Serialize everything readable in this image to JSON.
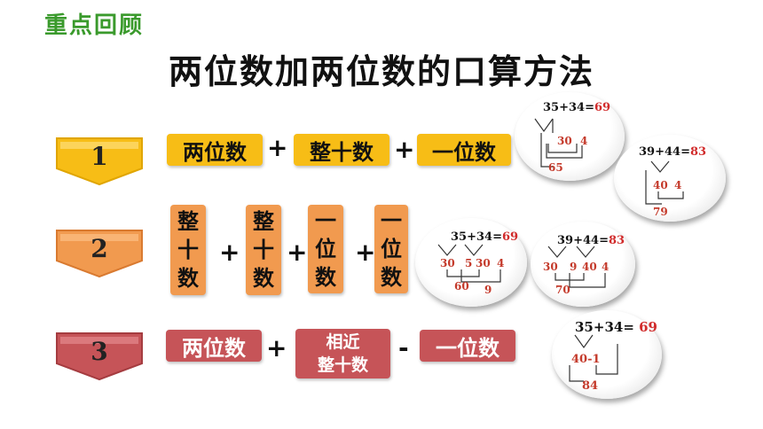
{
  "header": {
    "review": "重点回顾",
    "title": "两位数加两位数的口算方法"
  },
  "method1": {
    "num": "1",
    "terms": [
      "两位数",
      "整十数",
      "一位数"
    ],
    "ops": [
      "+",
      "+"
    ]
  },
  "method2": {
    "num": "2",
    "cols": [
      [
        "整",
        "十",
        "数"
      ],
      [
        "整",
        "十",
        "数"
      ],
      [
        "一",
        "位",
        "数"
      ],
      [
        "一",
        "位",
        "数"
      ]
    ],
    "ops": [
      "+",
      "+",
      "+"
    ]
  },
  "method3": {
    "num": "3",
    "term1": "两位数",
    "op1": "+",
    "term2_line1": "相近",
    "term2_line2": "整十数",
    "op2": "-",
    "term3": "一位数"
  },
  "examples": {
    "e1": {
      "lhs": "35+34=",
      "res": "69",
      "a": "30",
      "b": "4",
      "c": "65"
    },
    "e2": {
      "lhs": "39+44=",
      "res": "83",
      "a": "40",
      "b": "4",
      "c": "79"
    },
    "e3": {
      "lhs": "35+34=",
      "res": "69",
      "a": "30",
      "b": "5",
      "c": "30",
      "d": "4",
      "s1": "60",
      "s2": "9"
    },
    "e4": {
      "lhs": "39+44=",
      "res": "83",
      "a": "30",
      "b": "9",
      "c": "40",
      "d": "4",
      "s1": "70"
    },
    "e5": {
      "lhs": "35+34= ",
      "res": "69",
      "a": "40-1",
      "c": "84"
    }
  },
  "colors": {
    "green": "#3a9a2c",
    "yellow": "#f7bd16",
    "orange": "#f19a4f",
    "red": "#c65458",
    "result_red": "#d12b2b"
  }
}
